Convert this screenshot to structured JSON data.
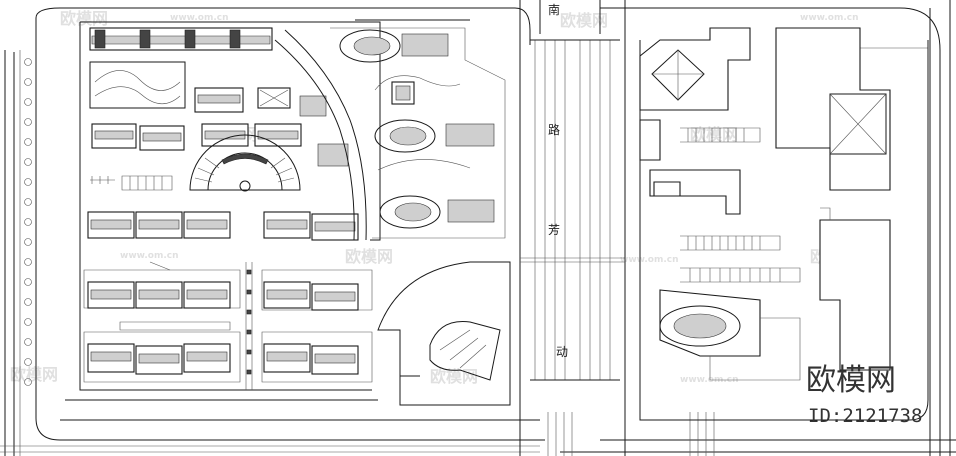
{
  "road_label": [
    "南",
    "路",
    "芳",
    "动"
  ],
  "watermark": {
    "text": "欧模网",
    "url": "www.om.cn"
  },
  "brand": {
    "name": "欧模网",
    "id": "ID:2121738"
  }
}
